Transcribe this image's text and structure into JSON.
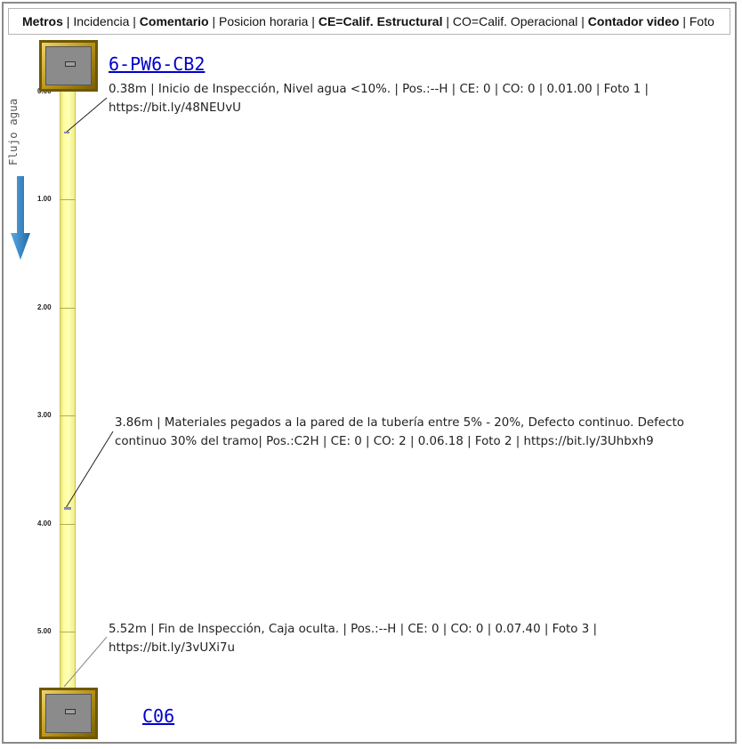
{
  "legend": {
    "metros": "Metros",
    "sep1": " | ",
    "incidencia": "Incidencia",
    "sep2": " | ",
    "comentario": "Comentario",
    "sep3": " | ",
    "posicion": "Posicion horaria",
    "sep4": " | ",
    "ce": "CE=Calif. Estructural",
    "sep5": " | ",
    "co": "CO=Calif. Operacional",
    "sep6": " | ",
    "contador": "Contador video",
    "sep7": " | ",
    "foto": "Foto"
  },
  "flow": {
    "label": "Flujo agua",
    "arrow_color": "#3a86c8"
  },
  "manholes": {
    "start": "6-PW6-CB2",
    "end": "C06"
  },
  "scale": {
    "ticks": [
      "0.00",
      "1.00",
      "2.00",
      "3.00",
      "4.00",
      "5.00"
    ]
  },
  "observations": [
    {
      "text": "0.38m | Inicio de Inspección, Nivel agua <10%. | Pos.:--H | CE: 0 | CO: 0 | 0.01.00 | Foto 1 | https://bit.ly/48NEUvU"
    },
    {
      "text": "3.86m | Materiales pegados a la pared de la tubería entre 5% - 20%, Defecto continuo. Defecto continuo 30% del tramo| Pos.:C2H | CE: 0 | CO: 2 | 0.06.18 | Foto 2 | https://bit.ly/3Uhbxh9"
    },
    {
      "text": "5.52m | Fin de Inspección, Caja oculta. | Pos.:--H | CE: 0 | CO: 0 | 0.07.40 | Foto 3 | https://bit.ly/3vUXi7u"
    }
  ],
  "colors": {
    "pipe": "#ffffb0",
    "manhole_frame": "#b89418",
    "link": "#0000cc"
  }
}
